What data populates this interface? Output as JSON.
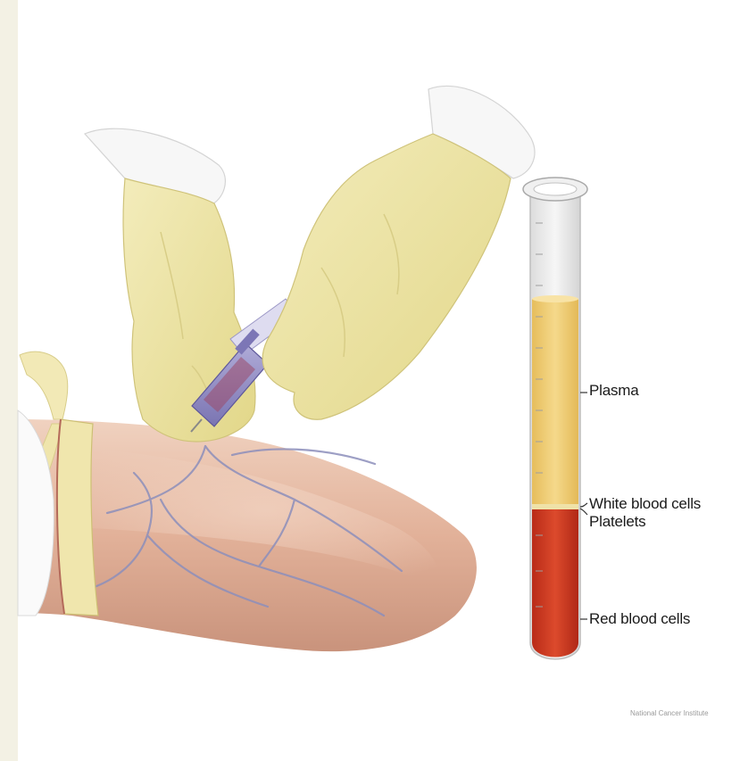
{
  "diagram": {
    "labels": {
      "plasma": "Plasma",
      "white_blood_cells": "White blood cells",
      "platelets": "Platelets",
      "red_blood_cells": "Red blood cells"
    },
    "credit": "National Cancer Institute"
  },
  "colors": {
    "glove": "#ede5a4",
    "skin": "#e3b59a",
    "plasma": "#f0cf78",
    "red_cells": "#d23a24",
    "tube_glass": "#ececec",
    "veins": "#8a8db8",
    "syringe": "#8c86c0"
  }
}
